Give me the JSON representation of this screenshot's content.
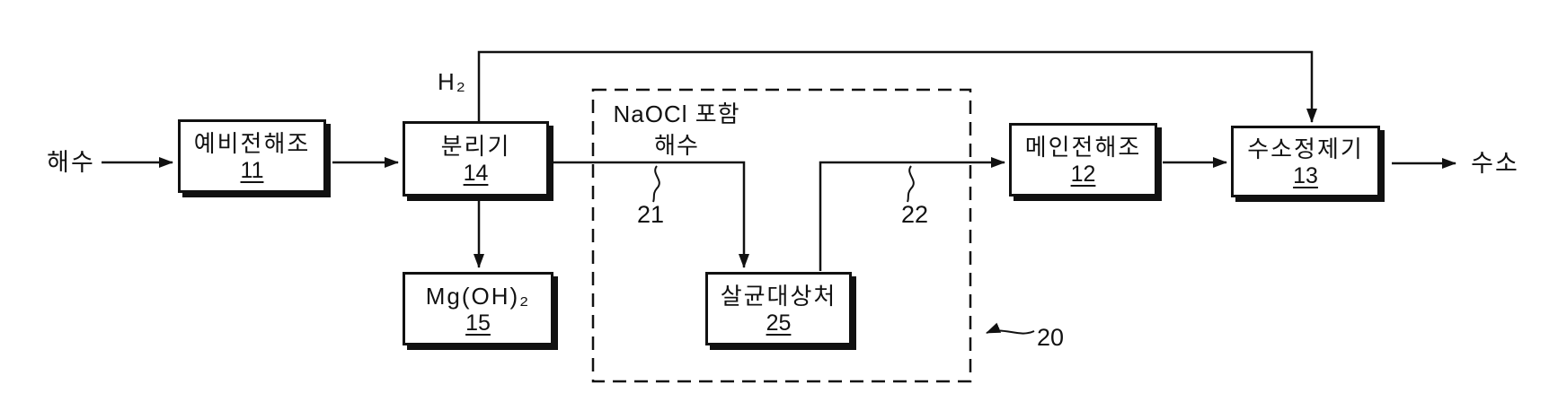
{
  "diagram": {
    "title_hint": "seawater-electrolysis-hydrogen-flow-diagram",
    "colors": {
      "ink": "#111111",
      "background": "#ffffff"
    },
    "io_labels": {
      "seawater_in": "해수",
      "hydrogen_out": "수소",
      "h2_recycle": "H₂"
    },
    "boxes": [
      {
        "id": "pre-electrolyzer",
        "label": "예비전해조",
        "ref": "11"
      },
      {
        "id": "separator",
        "label": "분리기",
        "ref": "14"
      },
      {
        "id": "mg-hydroxide",
        "label": "Mg(OH)₂",
        "ref": "15"
      },
      {
        "id": "sterilization-target",
        "label": "살균대상처",
        "ref": "25"
      },
      {
        "id": "main-electrolyzer",
        "label": "메인전해조",
        "ref": "12"
      },
      {
        "id": "hydrogen-purifier",
        "label": "수소정제기",
        "ref": "13"
      }
    ],
    "dashed_group": {
      "label_line1": "NaOCl 포함",
      "label_line2": "해수",
      "ref": "20"
    },
    "stream_refs": {
      "line21": "21",
      "line22": "22"
    },
    "edges": [
      {
        "from": "seawater_in",
        "to": "pre-electrolyzer"
      },
      {
        "from": "pre-electrolyzer",
        "to": "separator"
      },
      {
        "from": "separator",
        "to": "sterilization-target",
        "label": "NaOCl 포함 해수",
        "ref": "21"
      },
      {
        "from": "separator",
        "to": "mg-hydroxide"
      },
      {
        "from": "separator",
        "to": "hydrogen-purifier",
        "label": "H₂"
      },
      {
        "from": "sterilization-target",
        "to": "main-electrolyzer",
        "ref": "22"
      },
      {
        "from": "main-electrolyzer",
        "to": "hydrogen-purifier"
      },
      {
        "from": "hydrogen-purifier",
        "to": "hydrogen_out"
      }
    ]
  }
}
